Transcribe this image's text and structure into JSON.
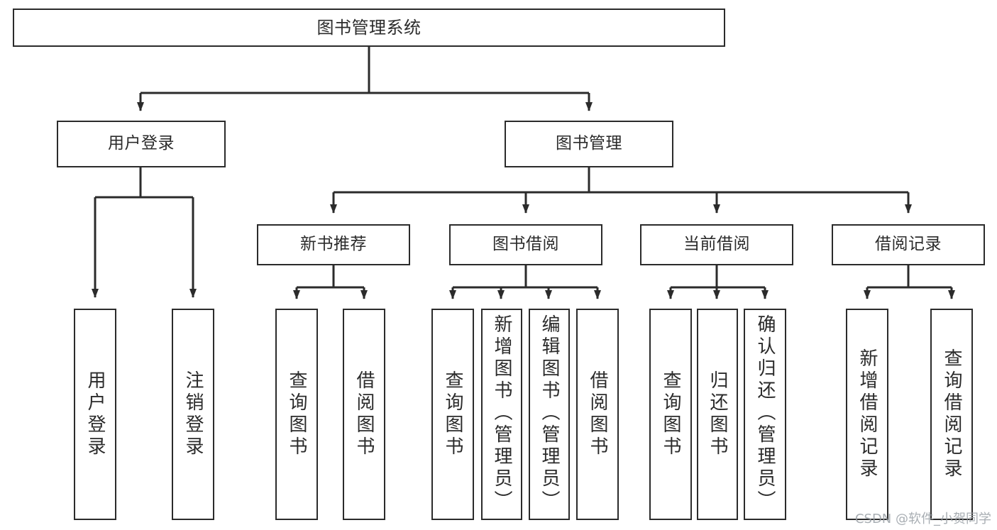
{
  "diagram": {
    "title": "图书管理系统",
    "type": "tree",
    "watermark": "CSDN @软件_小贺同学",
    "colors": {
      "box_border": "#2b2b2b",
      "box_fill": "#ffffff",
      "edge": "#2b2b2b",
      "background": "#ffffff",
      "watermark": "#9aa0a6"
    },
    "root": {
      "label": "图书管理系统"
    },
    "level2": [
      {
        "label": "用户登录"
      },
      {
        "label": "图书管理"
      }
    ],
    "level3": [
      {
        "label": "新书推荐"
      },
      {
        "label": "图书借阅"
      },
      {
        "label": "当前借阅"
      },
      {
        "label": "借阅记录"
      }
    ],
    "leaves": {
      "user_login": [
        {
          "label": "用户登录"
        },
        {
          "label": "注销登录"
        }
      ],
      "new_book_recommend": [
        {
          "label": "查询图书"
        },
        {
          "label": "借阅图书"
        }
      ],
      "book_borrow": [
        {
          "label": "查询图书"
        },
        {
          "label": "新增图书（管理员）"
        },
        {
          "label": "编辑图书（管理员）"
        },
        {
          "label": "借阅图书"
        }
      ],
      "current_borrow": [
        {
          "label": "查询图书"
        },
        {
          "label": "归还图书"
        },
        {
          "label": "确认归还（管理员）"
        }
      ],
      "borrow_record": [
        {
          "label": "新增借阅记录"
        },
        {
          "label": "查询借阅记录"
        }
      ]
    }
  }
}
